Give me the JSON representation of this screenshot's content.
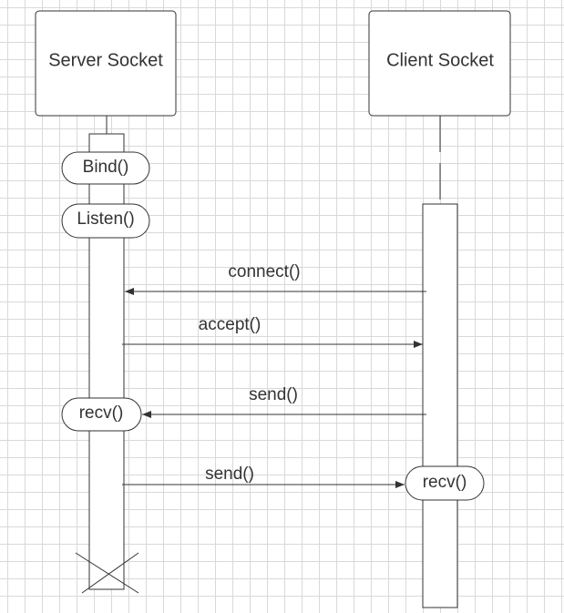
{
  "lifelines": {
    "server": {
      "label": "Server Socket"
    },
    "client": {
      "label": "Client Socket"
    }
  },
  "activations": {
    "bind": "Bind()",
    "listen": "Listen()",
    "server_recv": "recv()",
    "client_recv": "recv()"
  },
  "messages": {
    "connect": "connect()",
    "accept": "accept()",
    "send_client": "send()",
    "send_server": "send()"
  },
  "colors": {
    "stroke": "#333333",
    "grid": "#d9d9d9",
    "background": "#ffffff"
  }
}
